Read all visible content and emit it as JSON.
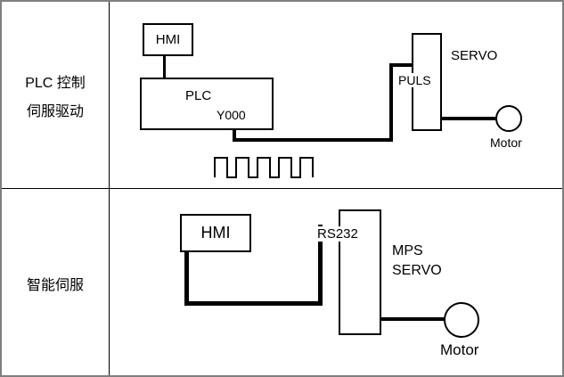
{
  "table": {
    "rows": [
      {
        "label_lines": [
          "PLC 控制",
          "伺服驱动"
        ]
      },
      {
        "label_lines": [
          "智能伺服"
        ]
      }
    ]
  },
  "diagram_plc_servo": {
    "hmi_label": "HMI",
    "plc_label": "PLC",
    "output_label": "Y000",
    "puls_label": "PULS",
    "servo_label": "SERVO",
    "motor_label": "Motor"
  },
  "diagram_smart_servo": {
    "hmi_label": "HMI",
    "rs232_label": "RS232",
    "servo_line1": "MPS",
    "servo_line2": "SERVO",
    "motor_label": "Motor"
  }
}
